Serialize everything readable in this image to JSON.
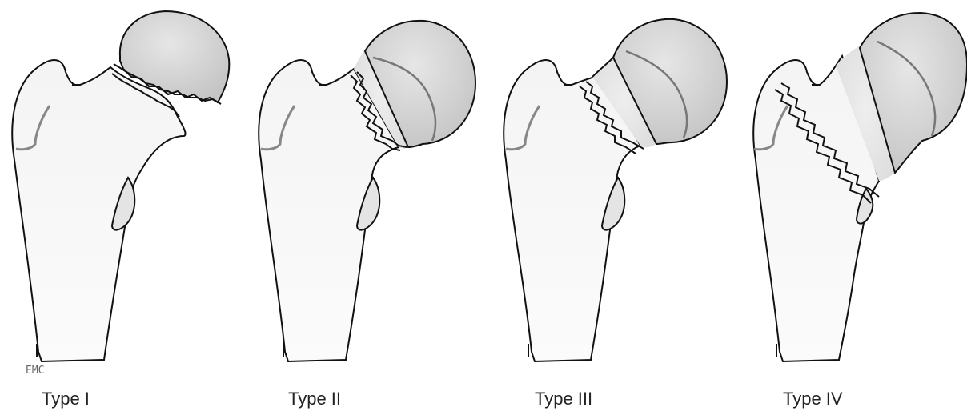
{
  "figure": {
    "panels": [
      {
        "caption": "Type I"
      },
      {
        "caption": "Type II"
      },
      {
        "caption": "Type III"
      },
      {
        "caption": "Type IV"
      }
    ],
    "signature": "EMC"
  }
}
